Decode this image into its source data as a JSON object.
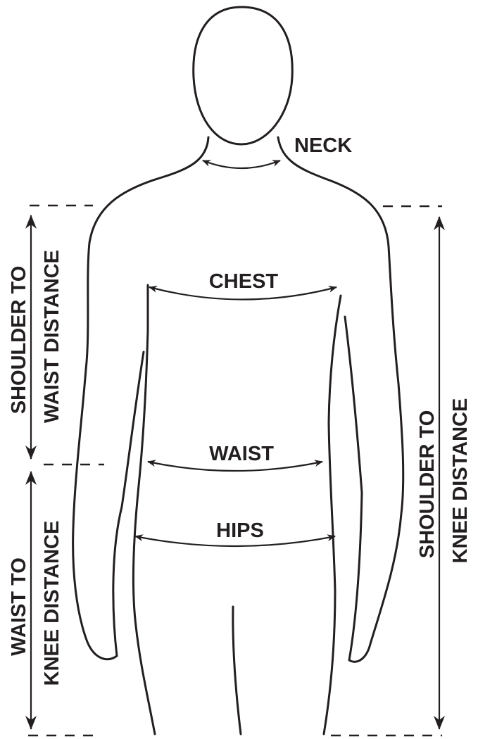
{
  "labels": {
    "neck": "NECK",
    "chest": "CHEST",
    "waist": "WAIST",
    "hips": "HIPS",
    "shoulder_to_waist_1": "SHOULDER TO",
    "shoulder_to_waist_2": "WAIST DISTANCE",
    "waist_to_knee_1": "WAIST TO",
    "waist_to_knee_2": "KNEE DISTANCE",
    "shoulder_to_knee_1": "SHOULDER TO",
    "shoulder_to_knee_2": "KNEE DISTANCE"
  },
  "colors": {
    "ink": "#231f20",
    "background": "#ffffff"
  }
}
